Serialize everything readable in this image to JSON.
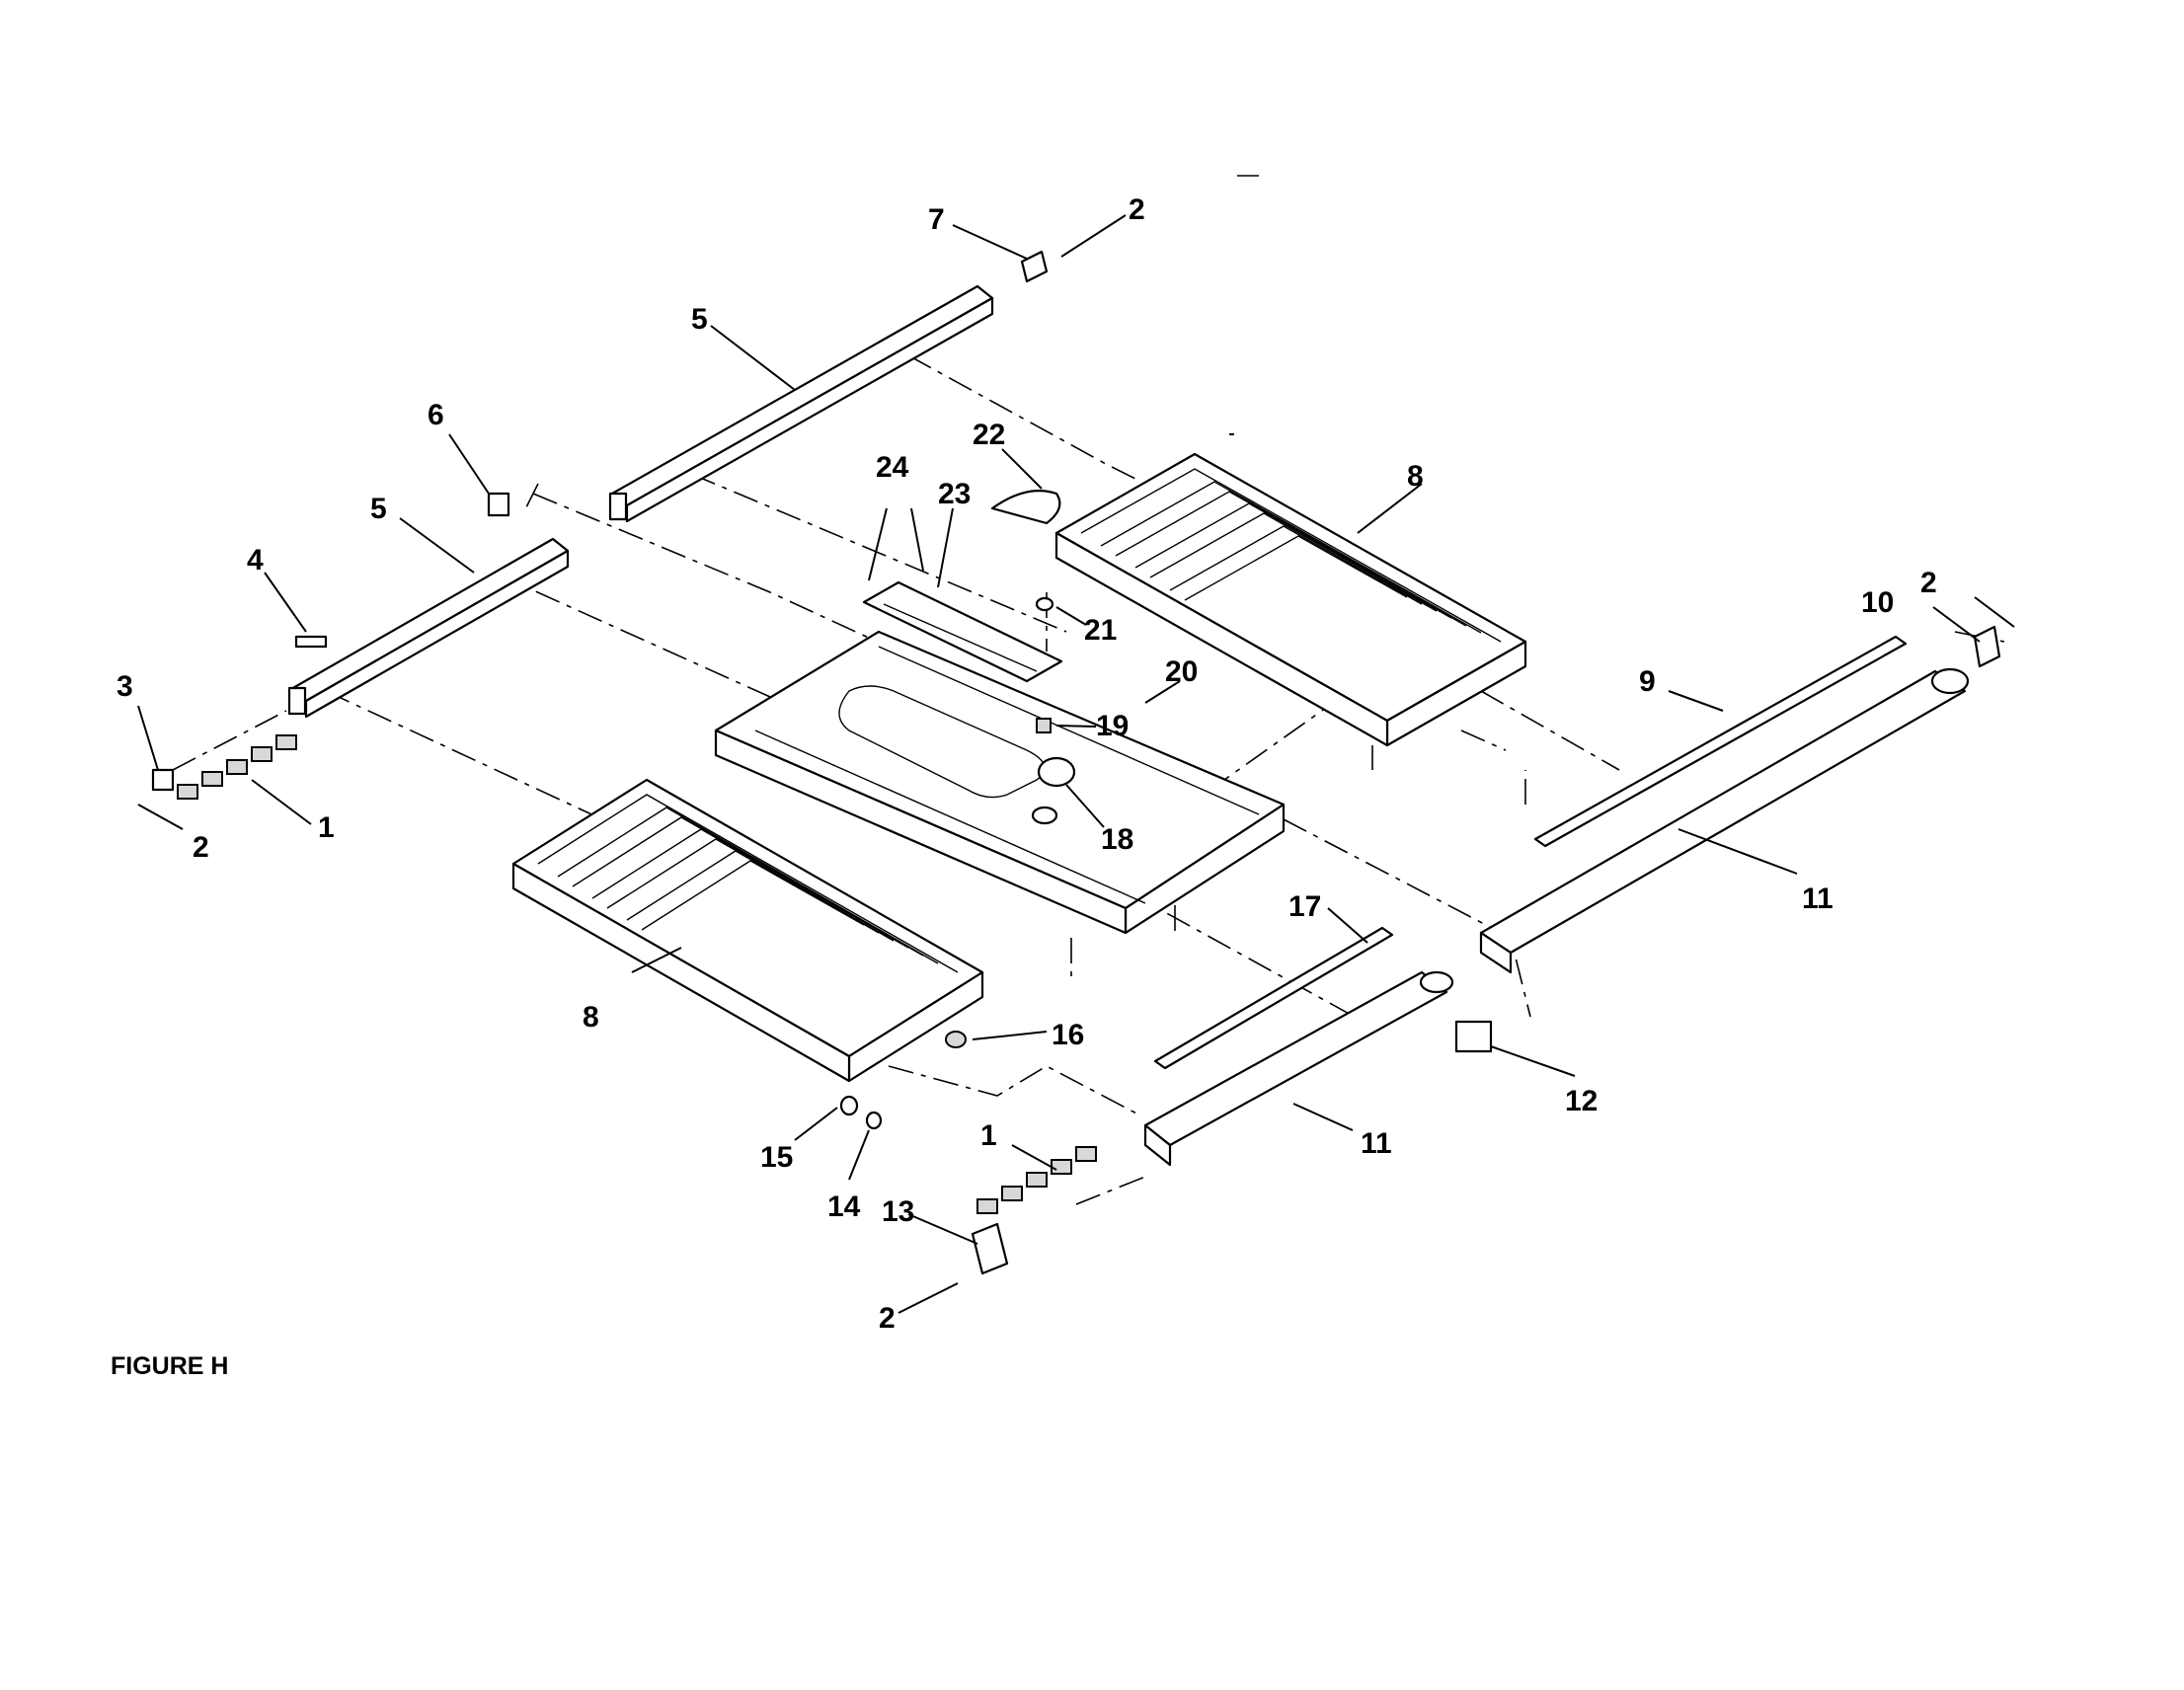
{
  "figure_label": "FIGURE H",
  "callouts": {
    "c1a": "1",
    "c1b": "1",
    "c2a": "2",
    "c2b": "2",
    "c2c": "2",
    "c2d": "2",
    "c3": "3",
    "c4": "4",
    "c5a": "5",
    "c5b": "5",
    "c6": "6",
    "c7": "7",
    "c8a": "8",
    "c8b": "8",
    "c9": "9",
    "c10": "10",
    "c11a": "11",
    "c11b": "11",
    "c12": "12",
    "c13": "13",
    "c14": "14",
    "c15": "15",
    "c16": "16",
    "c17": "17",
    "c18": "18",
    "c19": "19",
    "c20": "20",
    "c21": "21",
    "c22": "22",
    "c23": "23",
    "c24": "24"
  }
}
